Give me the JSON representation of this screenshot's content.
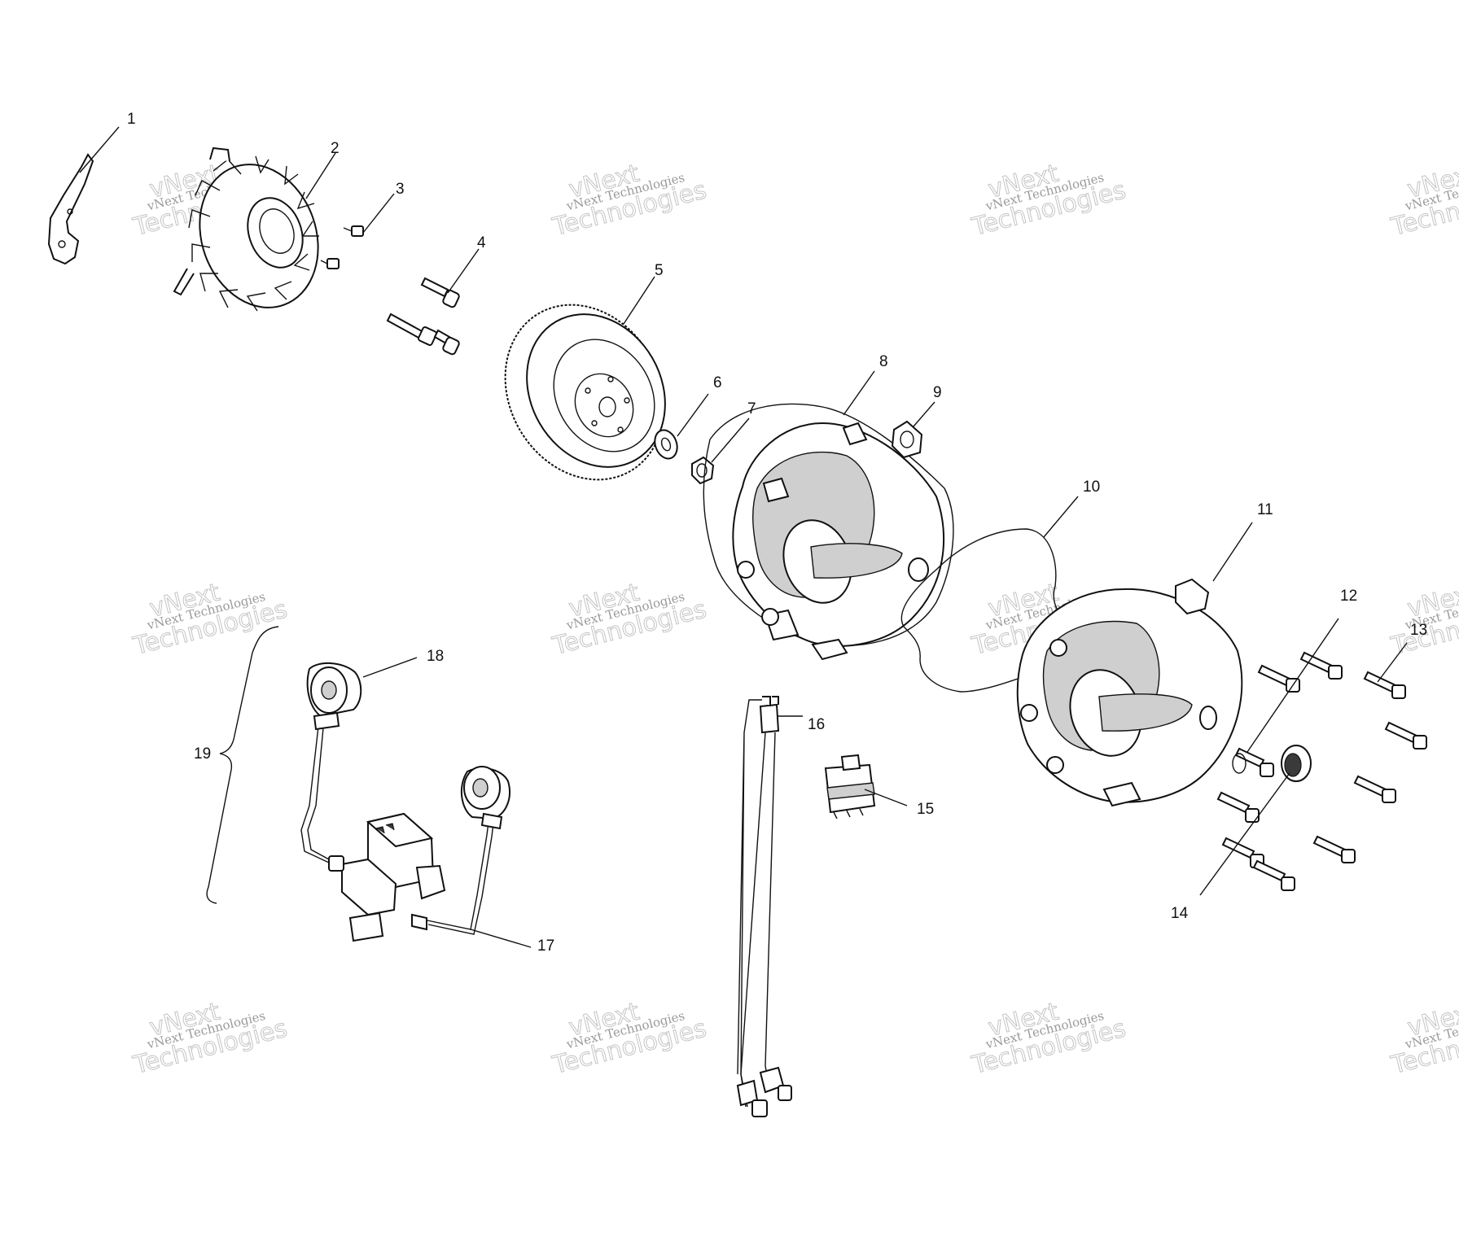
{
  "diagram": {
    "watermark_text_small": "vNext Technologies",
    "watermark_text_large": "Technologies",
    "watermark_text_brand": "vNext",
    "callouts": [
      "1",
      "2",
      "3",
      "4",
      "5",
      "6",
      "7",
      "8",
      "9",
      "10",
      "11",
      "12",
      "13",
      "14",
      "15",
      "16",
      "17",
      "18",
      "19"
    ]
  }
}
